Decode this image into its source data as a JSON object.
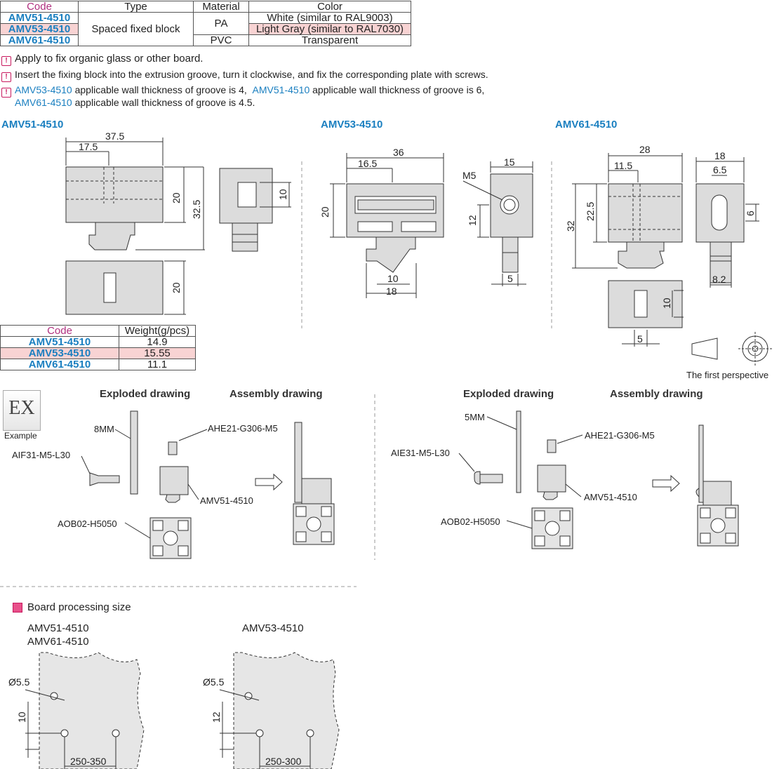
{
  "spec_table": {
    "headers": [
      "Code",
      "Type",
      "Material",
      "Color"
    ],
    "rows": [
      {
        "code": "AMV51-4510",
        "color": "White (similar to RAL9003)"
      },
      {
        "code": "AMV53-4510",
        "color": "Light Gray (similar to RAL7030)"
      },
      {
        "code": "AMV61-4510",
        "color": "Transparent"
      }
    ],
    "type": "Spaced fixed block",
    "material_pa": "PA",
    "material_pvc": "PVC"
  },
  "notes": {
    "n1": "Apply to fix organic glass or other board.",
    "n2": "Insert the fixing block into the extrusion groove, turn it clockwise, and fix the corresponding plate with screws.",
    "n3_code_a": "AMV53-4510",
    "n3_text_a": " applicable wall thickness of groove is 4,",
    "n3_code_b": "AMV51-4510",
    "n3_text_b": " applicable wall thickness of groove is 6,",
    "n3_code_c": "AMV61-4510",
    "n3_text_c": " applicable wall thickness of groove is 4.5."
  },
  "drawings": {
    "t1": "AMV51-4510",
    "t2": "AMV53-4510",
    "t3": "AMV61-4510",
    "d1": {
      "w": "37.5",
      "a": "17.5",
      "h": "20",
      "h2": "32.5",
      "side": "10",
      "bot": "20"
    },
    "d2": {
      "w": "36",
      "a": "16.5",
      "h": "20",
      "s": "12",
      "n1": "10",
      "n2": "18",
      "sw": "15",
      "m": "M5",
      "sn": "5"
    },
    "d3": {
      "w": "28",
      "a": "11.5",
      "h": "32",
      "h2": "22.5",
      "sw": "18",
      "sa": "6.5",
      "sb": "6",
      "sc": "8.2",
      "bh": "10",
      "bw": "5"
    },
    "perspective": "The first perspective"
  },
  "weight_table": {
    "headers": [
      "Code",
      "Weight(g/pcs)"
    ],
    "rows": [
      {
        "code": "AMV51-4510",
        "weight": "14.9"
      },
      {
        "code": "AMV53-4510",
        "weight": "15.55"
      },
      {
        "code": "AMV61-4510",
        "weight": "11.1"
      }
    ]
  },
  "example": {
    "badge": "EX",
    "badge_label": "Example",
    "exploded": "Exploded drawing",
    "assembly": "Assembly drawing",
    "left": {
      "board": "8MM",
      "screw": "AIF31-M5-L30",
      "nut": "AHE21-G306-M5",
      "block": "AMV51-4510",
      "profile": "AOB02-H5050"
    },
    "right": {
      "board": "5MM",
      "screw": "AIE31-M5-L30",
      "nut": "AHE21-G306-M5",
      "block": "AMV51-4510",
      "profile": "AOB02-H5050"
    }
  },
  "board": {
    "title": "Board processing size",
    "a_code1": "AMV51-4510",
    "a_code2": "AMV61-4510",
    "b_code": "AMV53-4510",
    "a": {
      "dia": "Ø5.5",
      "v": "10",
      "range": "250-350"
    },
    "b": {
      "dia": "Ø5.5",
      "v": "12",
      "range": "250-300"
    }
  }
}
